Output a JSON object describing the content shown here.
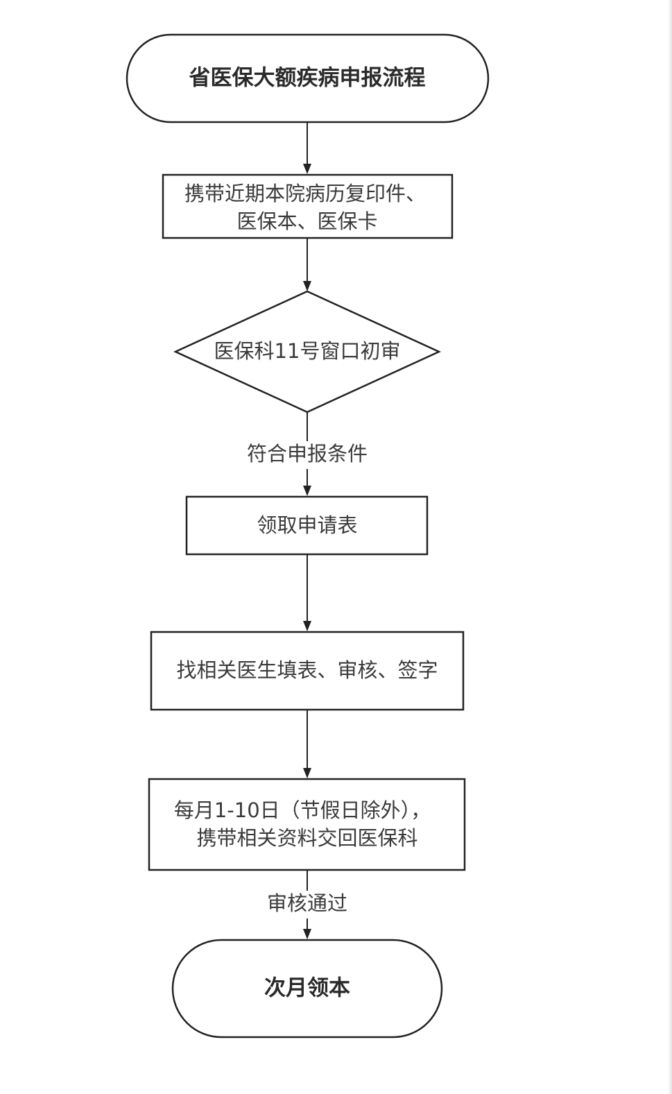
{
  "flowchart": {
    "start": "省医保大额疾病申报流程",
    "step1_line1": "携带近期本院病历复印件、",
    "step1_line2": "医保本、医保卡",
    "decision": "医保科11号窗口初审",
    "condition_label": "符合申报条件",
    "step2": "领取申请表",
    "step3": "找相关医生填表、审核、签字",
    "step4_line1": "每月1-10日（节假日除外），",
    "step4_line2": "携带相关资料交回医保科",
    "approval_label": "审核通过",
    "end": "次月领本"
  }
}
